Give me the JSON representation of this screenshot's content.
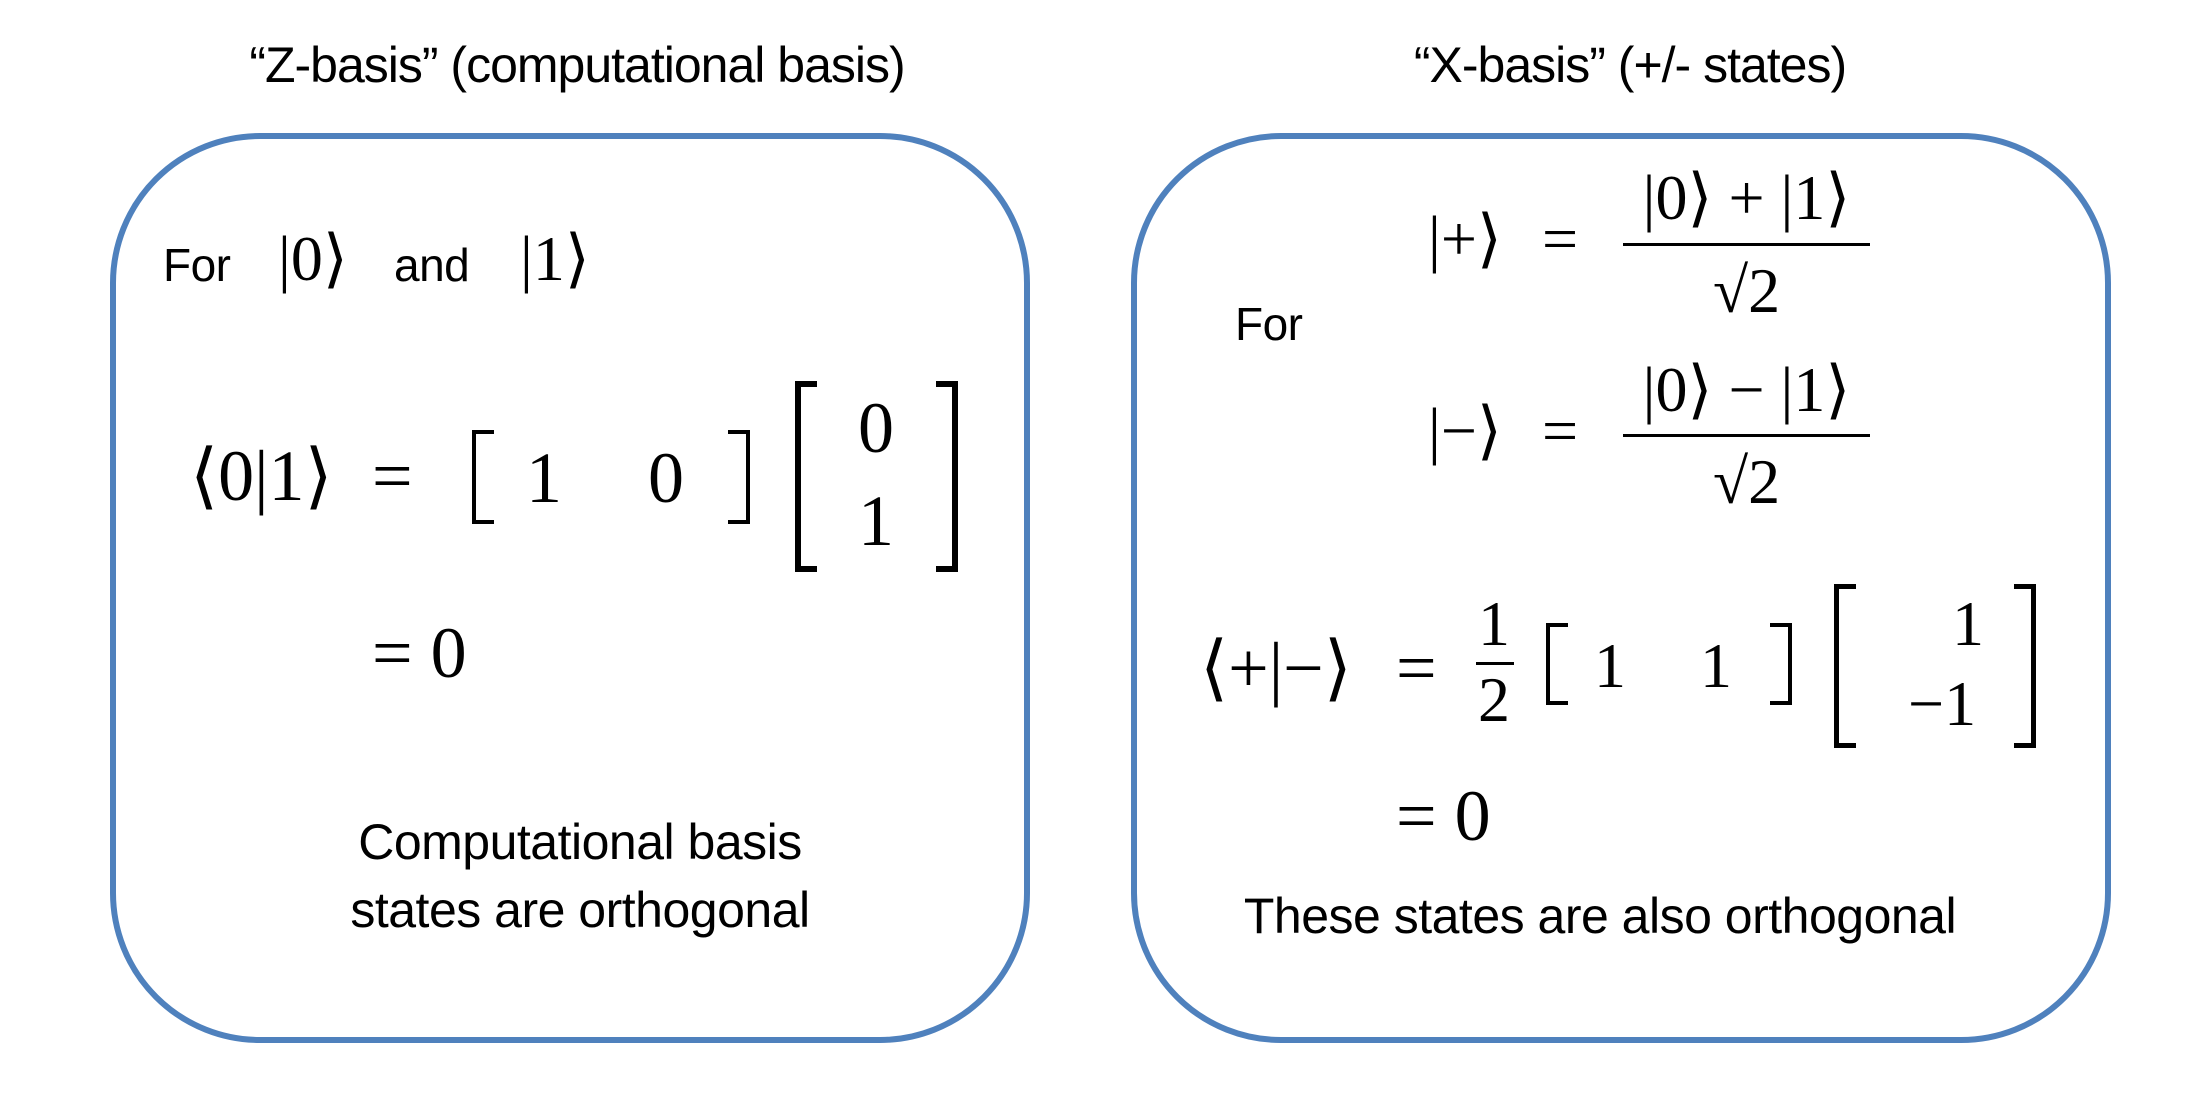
{
  "left_panel": {
    "title": "“Z-basis” (computational basis)",
    "intro": {
      "for": "For",
      "ket0": "|0⟩",
      "and": "and",
      "ket1": "|1⟩"
    },
    "inner_product": {
      "lhs": "⟨0|1⟩",
      "eq": "=",
      "row_vector": [
        "1",
        "0"
      ],
      "column_vector": [
        "0",
        "1"
      ],
      "result": "= 0"
    },
    "caption": [
      "Computational basis",
      "states are orthogonal"
    ]
  },
  "right_panel": {
    "title": "“X-basis” (+/- states)",
    "intro": {
      "for": "For"
    },
    "plus_state": {
      "lhs": "|+⟩",
      "eq": "=",
      "numerator": "|0⟩ + |1⟩",
      "denominator": "√2"
    },
    "minus_state": {
      "lhs": "|−⟩",
      "eq": "=",
      "numerator": "|0⟩ − |1⟩",
      "denominator": "√2"
    },
    "inner_product": {
      "lhs": "⟨+|−⟩",
      "eq": "=",
      "coef_num": "1",
      "coef_den": "2",
      "row_vector": [
        "1",
        "1"
      ],
      "column_vector": [
        "1",
        "−1"
      ],
      "result": "= 0"
    },
    "caption": "These states are also orthogonal"
  },
  "colors": {
    "panel_border": "#4f81bd",
    "text": "#000000",
    "background": "#ffffff"
  }
}
